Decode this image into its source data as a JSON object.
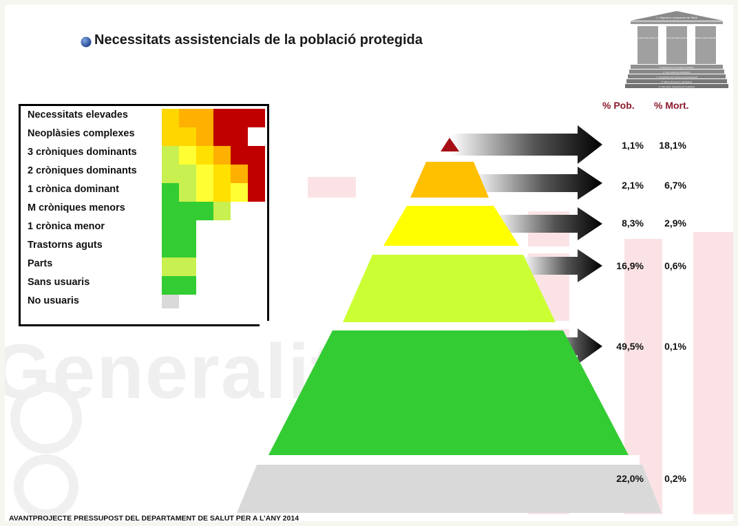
{
  "slide": {
    "title": "Necessitats assistencials de la població protegida",
    "footer": "AVANTPROJECTE PRESSUPOST DEL DEPARTAMENT DE SALUT PER A L’ANY 2014",
    "watermark": "Generalitat"
  },
  "pillars_icon": {
    "roof": "1. Objectius i programes de Salut",
    "col1": "2. Orientació als models crònics",
    "col2": "3. Resolució des dels primers nivells",
    "col3": "4. Qualitat en l'alta especialització",
    "steps": [
      "5. Enfocament en el pacient i families",
      "6. Nou model de contractació",
      "7. Incorporació del coneixement professional",
      "8. Millora del govern i participació",
      "9. Informació, transparència i avaluació"
    ]
  },
  "legend": {
    "items": [
      {
        "label": "Necessitats elevades"
      },
      {
        "label": "Neoplàsies complexes"
      },
      {
        "label": "3 cròniques dominants"
      },
      {
        "label": "2 cròniques dominants"
      },
      {
        "label": "1 crònica dominant"
      },
      {
        "label": "M cròniques menors"
      },
      {
        "label": "1 crònica menor"
      },
      {
        "label": "Trastorns aguts"
      },
      {
        "label": "Parts"
      },
      {
        "label": "Sans usuaris"
      },
      {
        "label": "No usuaris"
      }
    ],
    "grid_rows": [
      [
        "#ffd700",
        "#ffb000",
        "#ffb000",
        "#c00000",
        "#c00000",
        "#c00000"
      ],
      [
        "#ffd700",
        "#ffd700",
        "#ffb000",
        "#c00000",
        "#c00000",
        ""
      ],
      [
        "#c8f050",
        "#ffff33",
        "#ffe000",
        "#ffb000",
        "#c00000",
        "#c00000"
      ],
      [
        "#c8f050",
        "#c8f050",
        "#ffff33",
        "#ffe000",
        "#ffb000",
        "#c00000"
      ],
      [
        "#33cc33",
        "#c8f050",
        "#ffff33",
        "#ffe000",
        "#ffff33",
        "#c00000"
      ],
      [
        "#33cc33",
        "#33cc33",
        "#33cc33",
        "#c8f050",
        "",
        ""
      ],
      [
        "#33cc33",
        "#33cc33",
        "",
        "",
        "",
        ""
      ],
      [
        "#33cc33",
        "#33cc33",
        "",
        "",
        "",
        ""
      ],
      [
        "#c8f050",
        "#c8f050",
        "",
        "",
        "",
        ""
      ],
      [
        "#33cc33",
        "#33cc33",
        "",
        "",
        "",
        ""
      ],
      [
        "#d9d9d9",
        "",
        "",
        "",
        "",
        ""
      ]
    ]
  },
  "table": {
    "col_pob": "% Pob.",
    "col_mort": "% Mort.",
    "rows": [
      {
        "pob": "1,1%",
        "mort": "18,1%"
      },
      {
        "pob": "2,1%",
        "mort": "6,7%"
      },
      {
        "pob": "8,3%",
        "mort": "2,9%"
      },
      {
        "pob": "16,9%",
        "mort": "0,6%"
      },
      {
        "pob": "49,5%",
        "mort": "0,1%"
      },
      {
        "pob": "22,0%",
        "mort": "0,2%"
      }
    ]
  },
  "pyramid": {
    "tier_colors": [
      "#a50f15",
      "#ffc000",
      "#ffff00",
      "#ccff33",
      "#33cc33",
      "#d9d9d9"
    ],
    "arrow_color": "#000000"
  }
}
